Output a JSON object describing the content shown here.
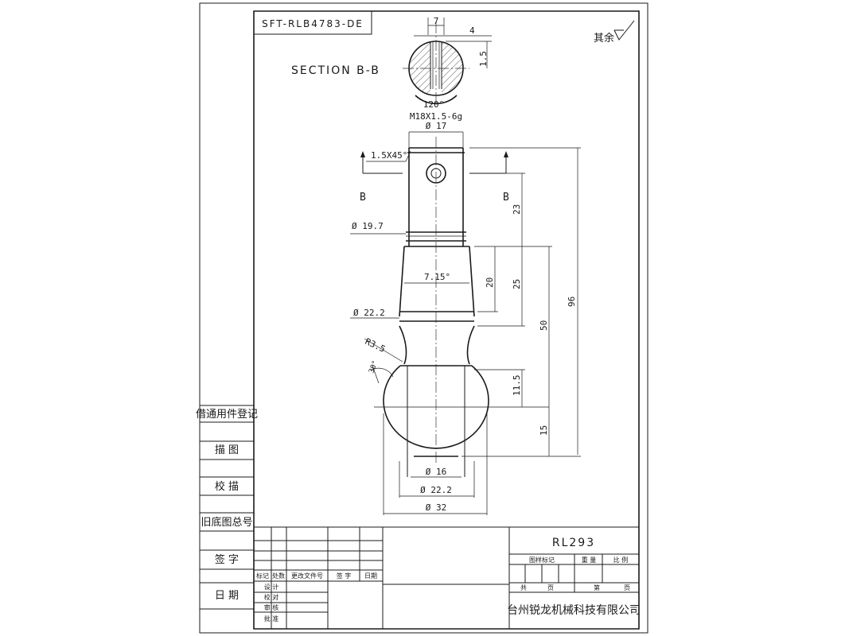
{
  "drawing": {
    "part_code": "SFT-RLB4783-DE",
    "section_title": "SECTION B-B",
    "surface_note": "其余",
    "section_marks": {
      "left": "B",
      "right": "B"
    }
  },
  "dimensions": {
    "slot_width": "7",
    "slot_inner": "4",
    "slot_depth": "1.5",
    "angle": "120°",
    "thread": "M18X1.5-6g",
    "top_dia": "Ø 17",
    "chamfer": "1.5X45°",
    "dia_mid": "Ø 19.7",
    "taper": "7.15°",
    "dia_lower": "Ø 22.2",
    "radius": "R3.5",
    "small_angle": "30°",
    "len_23": "23",
    "len_20": "20",
    "len_25": "25",
    "len_50": "50",
    "len_96": "96",
    "len_11_5": "11.5",
    "len_15": "15",
    "ball_dia_16": "Ø 16",
    "ball_dia_22": "Ø 22.2",
    "ball_dia_32": "Ø 32"
  },
  "left_strip": {
    "labels": [
      "借通用件登记",
      "描 图",
      "校 描",
      "旧底图总号",
      "签 字",
      "日 期"
    ]
  },
  "revision_block": {
    "headers": [
      "标记",
      "处数",
      "更改文件号",
      "签 字",
      "日期"
    ],
    "roles": [
      "设 计",
      "校 对",
      "审 核",
      "批 准"
    ]
  },
  "title_block": {
    "part_no": "RL293",
    "drawing_mark_label": "图样标记",
    "weight_label": "重 量",
    "scale_label": "比 例",
    "total_label": "共",
    "page_label": "页",
    "sheet_label": "第",
    "company": "台州锐龙机械科技有限公司"
  }
}
